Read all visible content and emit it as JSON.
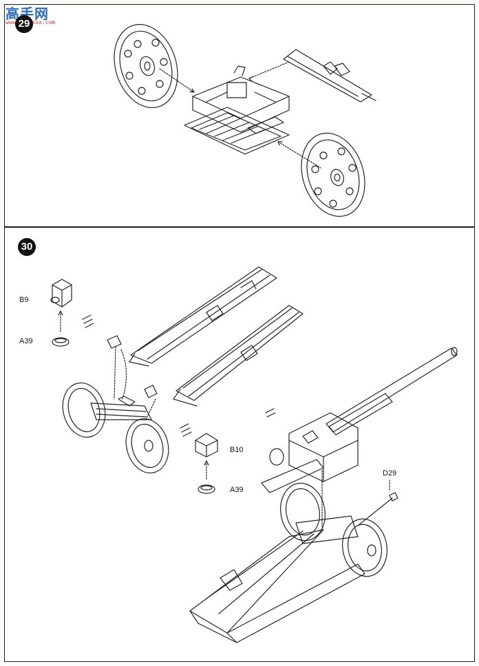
{
  "watermark": {
    "main": "高手网",
    "sub": "www.xxxxxxx.com"
  },
  "steps": [
    {
      "number": "29"
    },
    {
      "number": "30"
    }
  ],
  "part_labels": {
    "b9": "B9",
    "a39_left": "A39",
    "b10": "B10",
    "a39_right": "A39",
    "d29": "D29"
  }
}
